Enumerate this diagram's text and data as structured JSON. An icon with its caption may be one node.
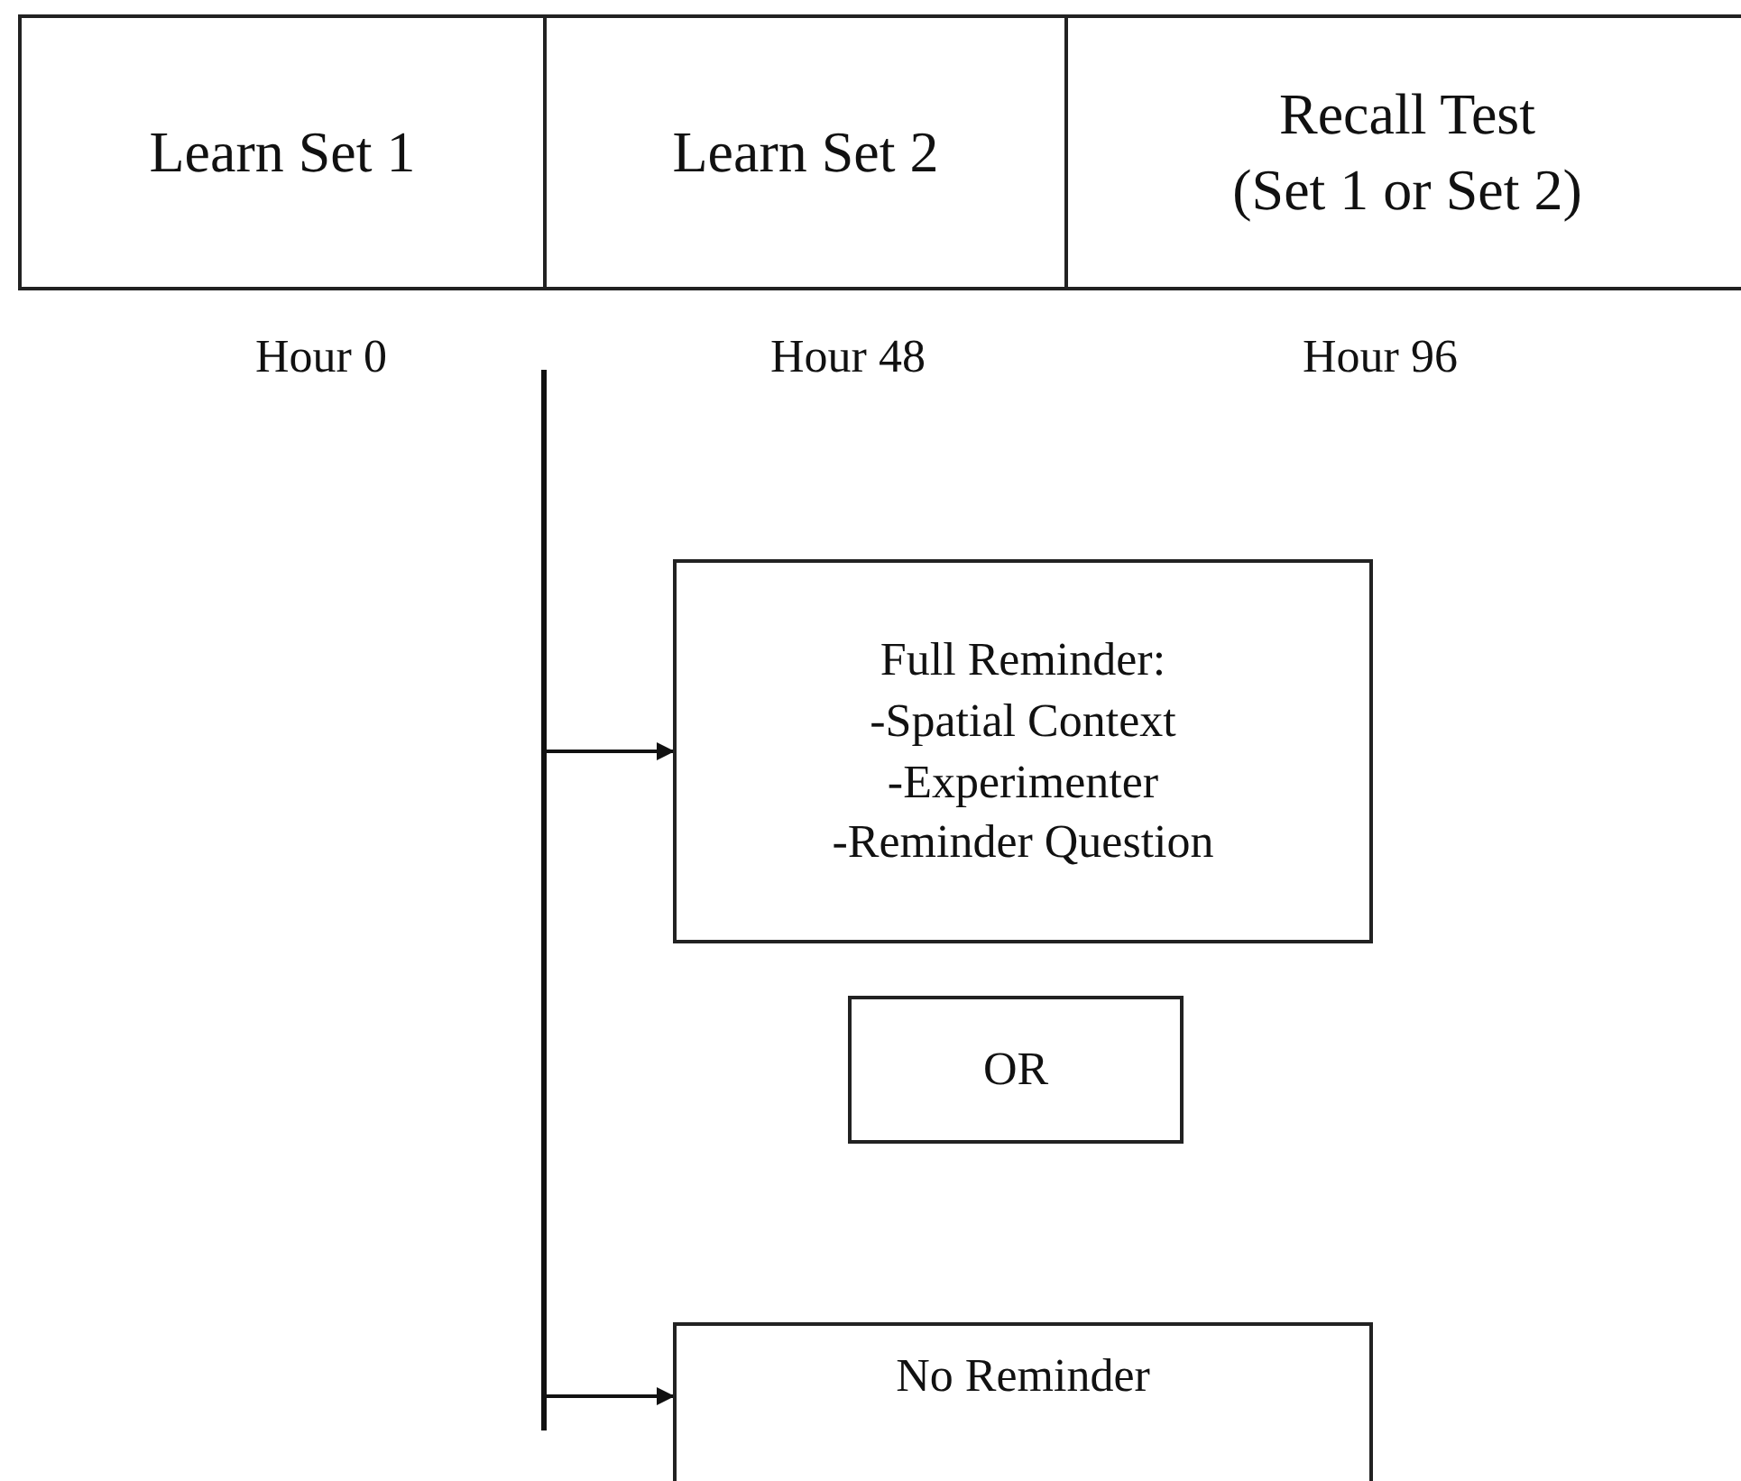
{
  "diagram": {
    "nodes": [
      {
        "text": [
          "Learn Set 1"
        ],
        "beside": [
          "Hour 0"
        ]
      },
      {
        "text": [
          "Learn Set 2"
        ],
        "beside": [
          "Hour 48"
        ]
      },
      {
        "text": [
          "Recall Test",
          "(Set 1 or Set 2)"
        ],
        "beside": [
          "Hour 96"
        ]
      },
      {
        "text": [],
        "shape": "bar"
      },
      {
        "text": [
          "Full Reminder:",
          "-Spatial Context",
          "-Experimenter",
          "-Reminder Question"
        ]
      },
      {
        "text": [
          "OR"
        ]
      },
      {
        "text": [
          "No Reminder"
        ]
      }
    ],
    "edges": [
      {
        "from": 3,
        "to": 4,
        "arrow": "to"
      },
      {
        "from": 3,
        "to": 6,
        "arrow": "to"
      }
    ]
  }
}
